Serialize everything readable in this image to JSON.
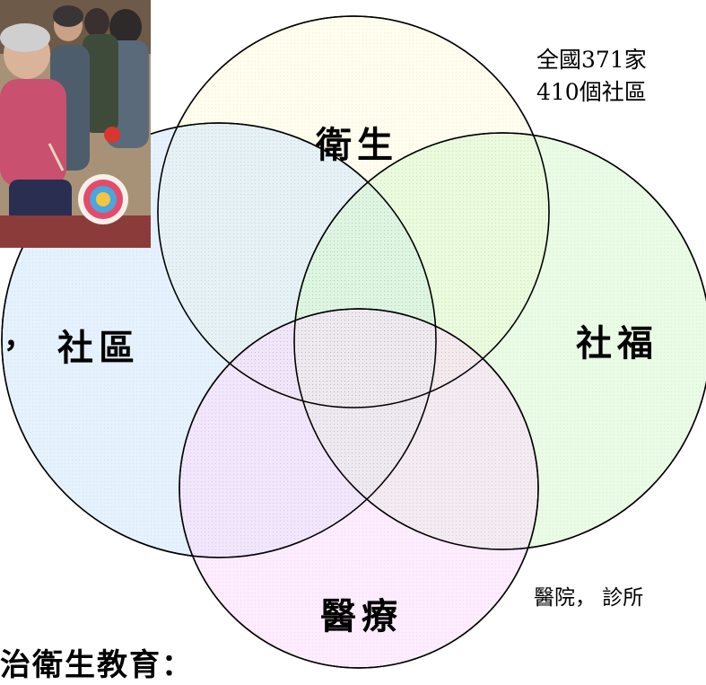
{
  "diagram": {
    "circles": [
      {
        "label": "衛生",
        "fill": "#fffde0"
      },
      {
        "label": "社區",
        "fill": "#cfe6fb"
      },
      {
        "label": "社福",
        "fill": "#d8f7cf"
      },
      {
        "label": "醫療",
        "fill": "#fbdcfb"
      }
    ],
    "stroke": "#000000"
  },
  "notes": {
    "top_right_line1": "全國371家",
    "top_right_line2": "410個社區",
    "bottom_right": "醫院， 診所",
    "left_fragment": "，",
    "bottom_left": "治衛生教育："
  },
  "colors": {
    "yellow": "#fffde0",
    "blue": "#cfe6fb",
    "green": "#d8f7cf",
    "pink": "#fbdcfb"
  },
  "icons": {
    "photo": "elderly-group-photo"
  }
}
